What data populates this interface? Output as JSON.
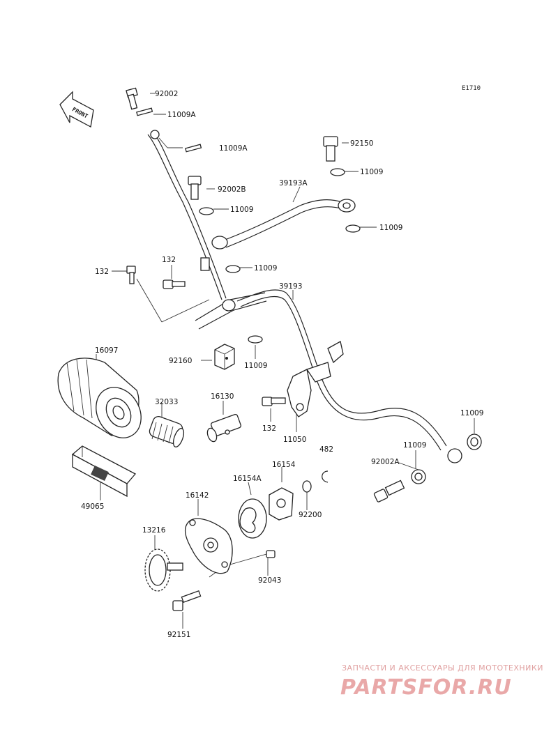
{
  "diagram_code": "E1710",
  "front_label": "FRONT",
  "parts": {
    "p92002": "92002",
    "p11009A_1": "11009A",
    "p11009A_2": "11009A",
    "p92150": "92150",
    "p92002B": "92002B",
    "p11009_1": "11009",
    "p39193A": "39193A",
    "p11009_2": "11009",
    "p11009_3": "11009",
    "p132_1": "132",
    "p132_2": "132",
    "p11009_4": "11009",
    "p39193": "39193",
    "p16097": "16097",
    "p92160": "92160",
    "p11009_5": "11009",
    "p32033": "32033",
    "p16130": "16130",
    "p132_3": "132",
    "p11050": "11050",
    "p482": "482",
    "p11009_6": "11009",
    "p11009_7": "11009",
    "p92002A": "92002A",
    "p16154": "16154",
    "p16154A": "16154A",
    "p49065": "49065",
    "p16142": "16142",
    "p92200": "92200",
    "p13216": "13216",
    "p92043": "92043",
    "p92151": "92151"
  },
  "watermark": {
    "tagline": "ЗАПЧАСТИ И АКСЕССУАРЫ ДЛЯ МОТОТЕХНИКИ",
    "brand": "PARTSFOR.RU"
  }
}
